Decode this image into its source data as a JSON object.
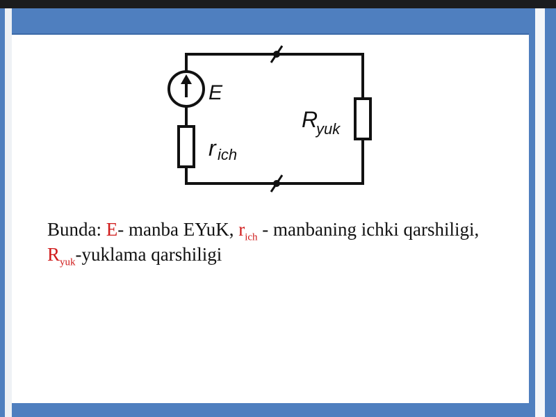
{
  "colors": {
    "frame": "#4f7fbf",
    "accent_red": "#d01c1c",
    "wire": "#111111"
  },
  "diagram": {
    "source_label": "E",
    "internal_resistor_label": "r",
    "internal_resistor_sub": "ich",
    "load_resistor_label": "R",
    "load_resistor_sub": "yuk"
  },
  "caption": {
    "intro": "Bunda: ",
    "e_symbol": "E",
    "e_desc": "- manba EYuK, ",
    "r_symbol": "r",
    "r_sub": "ich",
    "r_desc": " - manbaning ichki qarshiligi, ",
    "rl_symbol": "R",
    "rl_sub": "yuk",
    "rl_desc": "-yuklama qarshiligi"
  }
}
